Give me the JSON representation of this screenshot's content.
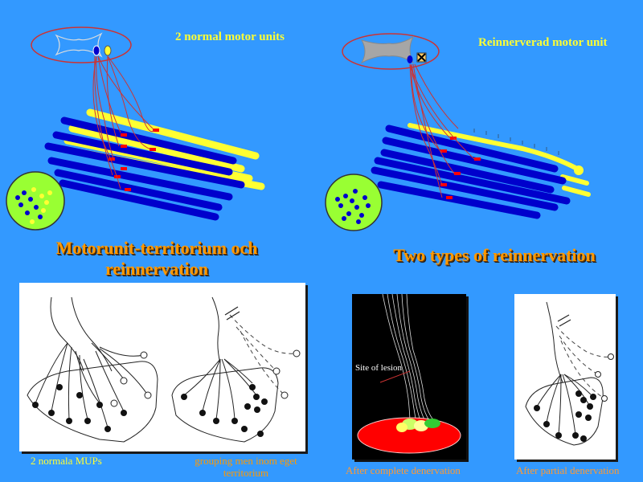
{
  "top_left": {
    "label": "2 normal motor units"
  },
  "top_right": {
    "label": "Reinnerverad motor unit"
  },
  "titles": {
    "left": "Motorunit-territorium och reinnervation",
    "right": "Two types of reinnervation"
  },
  "bottom_left": {
    "caption_left": "2 normala MUPs",
    "caption_right": "grouping men inom eget territorium"
  },
  "bottom_right": {
    "lesion_label": "Site of lesion",
    "caption_complete": "After complete denervation",
    "caption_partial": "After partial denervation"
  },
  "colors": {
    "background": "#3399ff",
    "fiber_blue": "#0000cc",
    "fiber_yellow": "#ffff33",
    "endplate_red": "#ff0000",
    "cross_section_green": "#99ff33",
    "title_orange": "#ff9900"
  }
}
